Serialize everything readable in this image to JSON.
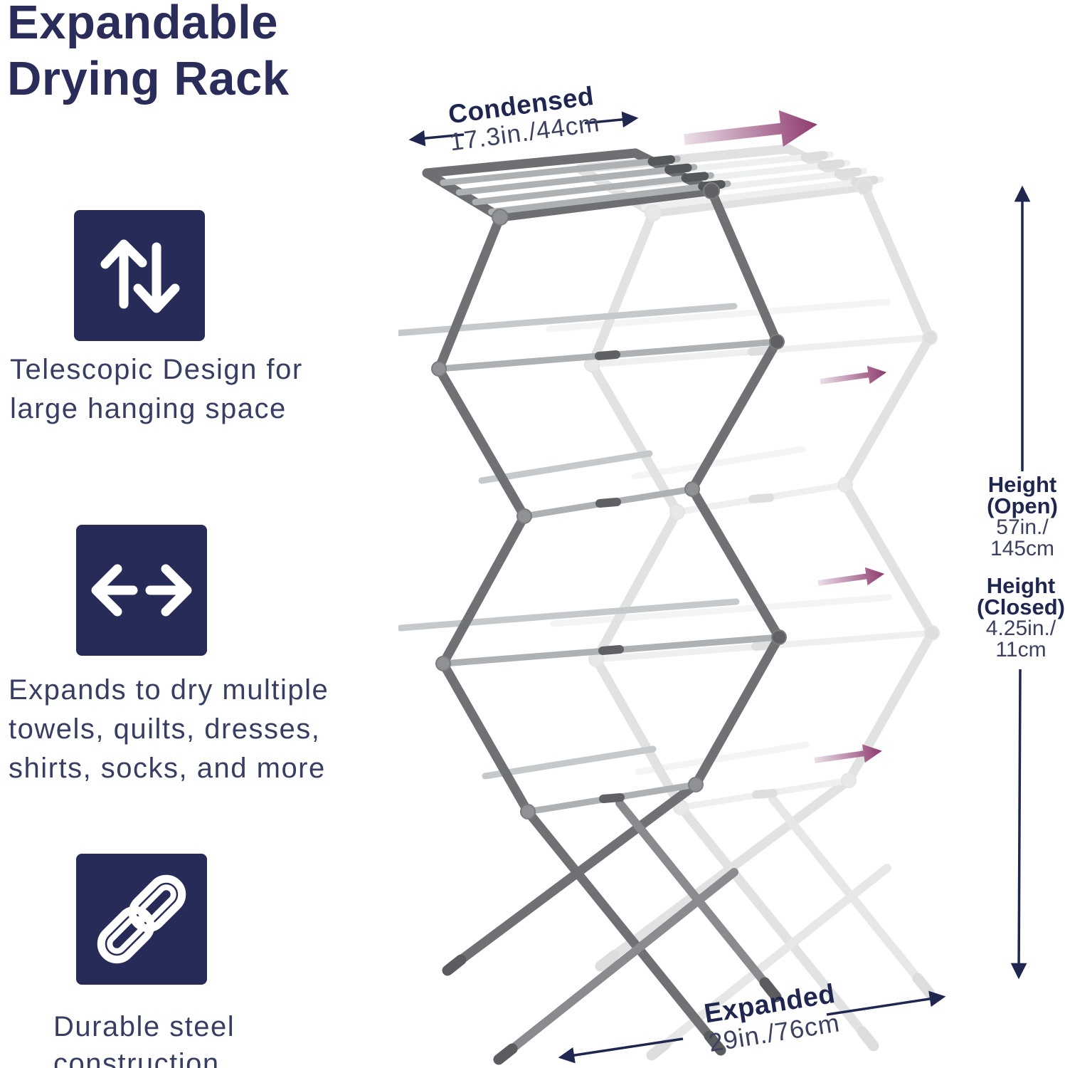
{
  "title": {
    "line1": "Expandable",
    "line2": "Drying Rack"
  },
  "features": [
    {
      "icon": "vertical-expand-arrows-icon",
      "lines": [
        "Telescopic Design for",
        "large hanging space"
      ]
    },
    {
      "icon": "horizontal-expand-arrows-icon",
      "lines": [
        "Expands to dry multiple",
        "towels, quilts, dresses,",
        "shirts, socks, and more"
      ]
    },
    {
      "icon": "chain-link-icon",
      "lines": [
        "Durable steel",
        "construction"
      ]
    }
  ],
  "dimensions": {
    "condensed": {
      "label": "Condensed",
      "value": "17.3in./44cm"
    },
    "expanded": {
      "label": "Expanded",
      "value": "29in./76cm"
    },
    "height_open": {
      "label": "Height",
      "paren": "(Open)",
      "value_line1": "57in./",
      "value_line2": "145cm"
    },
    "height_closed": {
      "label": "Height",
      "paren": "(Closed)",
      "value_line1": "4.25in./",
      "value_line2": "11cm"
    }
  },
  "colors": {
    "navy": "#272b57",
    "text_navy": "#383e62",
    "dimension_navy": "#1f2750",
    "purple_dark": "#8e3a6e",
    "purple_light": "#eadfe8",
    "rack_frame_gray": "#6f7174",
    "rack_rail_gray": "#aeb1b4",
    "ghost_opacity": "0.2"
  }
}
